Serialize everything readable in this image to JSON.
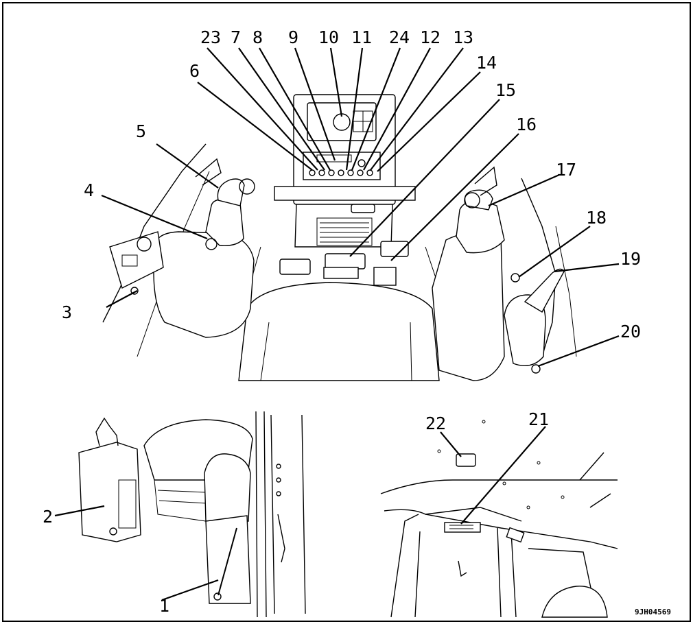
{
  "figure_ref": "9JH04569",
  "callouts": [
    {
      "id": "c1",
      "label": "1"
    },
    {
      "id": "c2",
      "label": "2"
    },
    {
      "id": "c3",
      "label": "3"
    },
    {
      "id": "c4",
      "label": "4"
    },
    {
      "id": "c5",
      "label": "5"
    },
    {
      "id": "c6",
      "label": "6"
    },
    {
      "id": "c7",
      "label": "7"
    },
    {
      "id": "c8",
      "label": "8"
    },
    {
      "id": "c9",
      "label": "9"
    },
    {
      "id": "c10",
      "label": "10"
    },
    {
      "id": "c11",
      "label": "11"
    },
    {
      "id": "c12",
      "label": "12"
    },
    {
      "id": "c13",
      "label": "13"
    },
    {
      "id": "c14",
      "label": "14"
    },
    {
      "id": "c15",
      "label": "15"
    },
    {
      "id": "c16",
      "label": "16"
    },
    {
      "id": "c17",
      "label": "17"
    },
    {
      "id": "c18",
      "label": "18"
    },
    {
      "id": "c19",
      "label": "19"
    },
    {
      "id": "c20",
      "label": "20"
    },
    {
      "id": "c21",
      "label": "21"
    },
    {
      "id": "c22",
      "label": "22"
    },
    {
      "id": "c23",
      "label": "23"
    },
    {
      "id": "c24",
      "label": "24"
    }
  ]
}
